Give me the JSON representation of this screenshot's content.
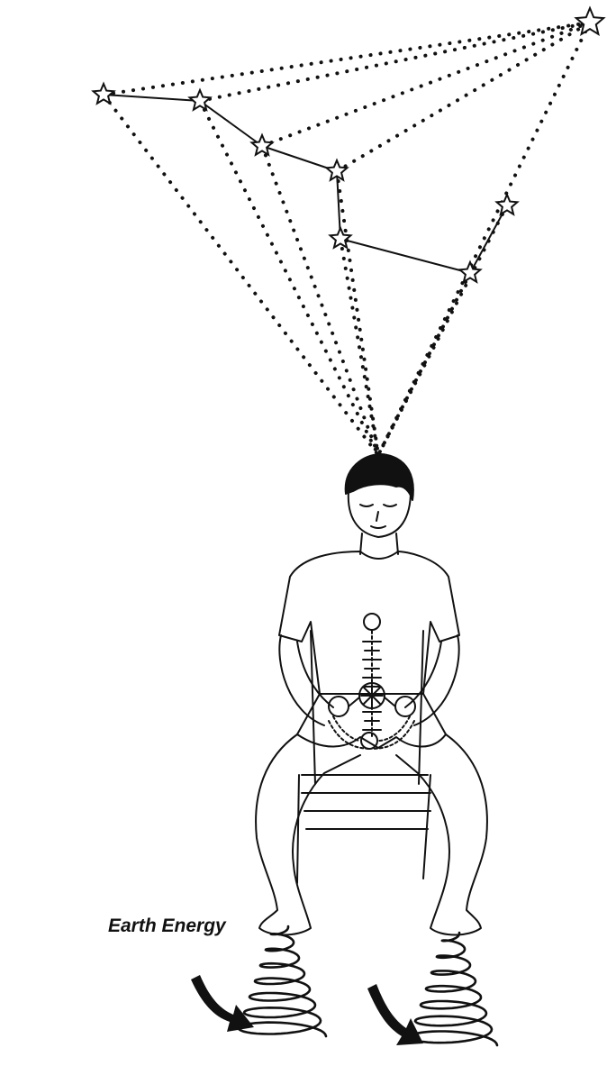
{
  "caption": "Earth Energy",
  "colors": {
    "ink": "#111111",
    "paper": "#ffffff"
  },
  "figure": {
    "constellation": "seven-star-dipper",
    "extra_star": "pole-star",
    "energy_lines": "dotted-rays-to-crown",
    "person": "seated-meditator-on-chair",
    "feet_energy": "spiral-coils-with-arrows"
  }
}
